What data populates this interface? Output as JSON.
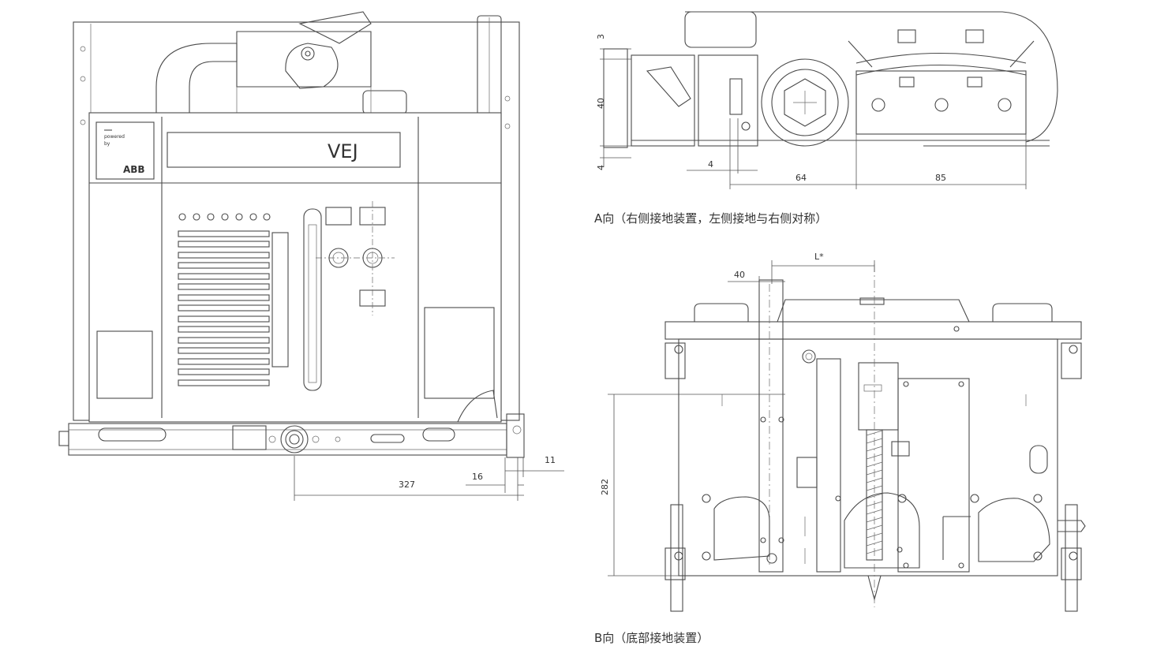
{
  "front_view": {
    "brand_line1": "powered",
    "brand_line2": "by",
    "brand_logo": "ABB",
    "product_label": "VEJ",
    "dims": {
      "d327": "327",
      "d16": "16",
      "d11": "11"
    }
  },
  "view_a": {
    "caption": "A向（右侧接地装置，左侧接地与右侧对称）",
    "dims": {
      "v3": "3",
      "v40": "40",
      "v4": "4",
      "h4": "4",
      "h64": "64",
      "h85": "85"
    }
  },
  "view_b": {
    "caption": "B向（底部接地装置）",
    "dims": {
      "l_star": "L*",
      "d40": "40",
      "d282": "282"
    }
  },
  "colors": {
    "line": "#4a4a4a",
    "text": "#333333",
    "background": "#ffffff"
  }
}
